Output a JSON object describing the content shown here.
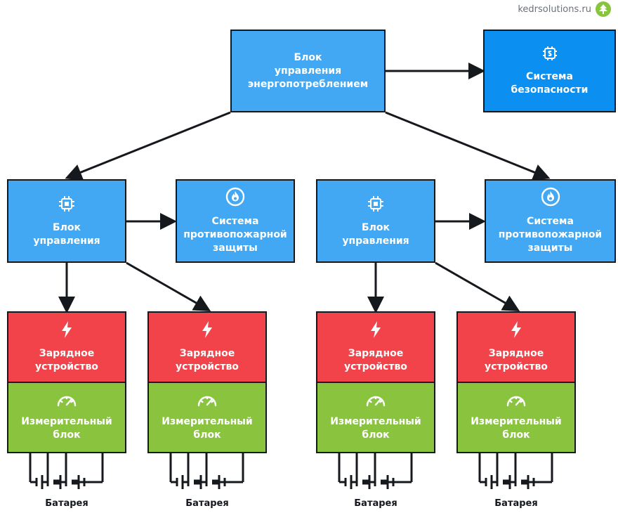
{
  "brand": {
    "site": "kedrsolutions.ru"
  },
  "energy_control": {
    "line1": "Блок",
    "line2": "управления",
    "line3": "энергопотреблением"
  },
  "security": {
    "line1": "Система",
    "line2": "безопасности"
  },
  "control_unit": {
    "line1": "Блок",
    "line2": "управления"
  },
  "fire_system": {
    "line1": "Система",
    "line2": "противопожарной",
    "line3": "защиты"
  },
  "charger": {
    "line1": "Зарядное",
    "line2": "устройство"
  },
  "meter": {
    "line1": "Измерительный",
    "line2": "блок"
  },
  "battery": {
    "label": "Батарея"
  },
  "colors": {
    "blue": "#42a8f3",
    "dark_blue": "#0b8ff0",
    "red": "#f2424a",
    "green": "#8ac43f",
    "stroke": "#15181d"
  }
}
